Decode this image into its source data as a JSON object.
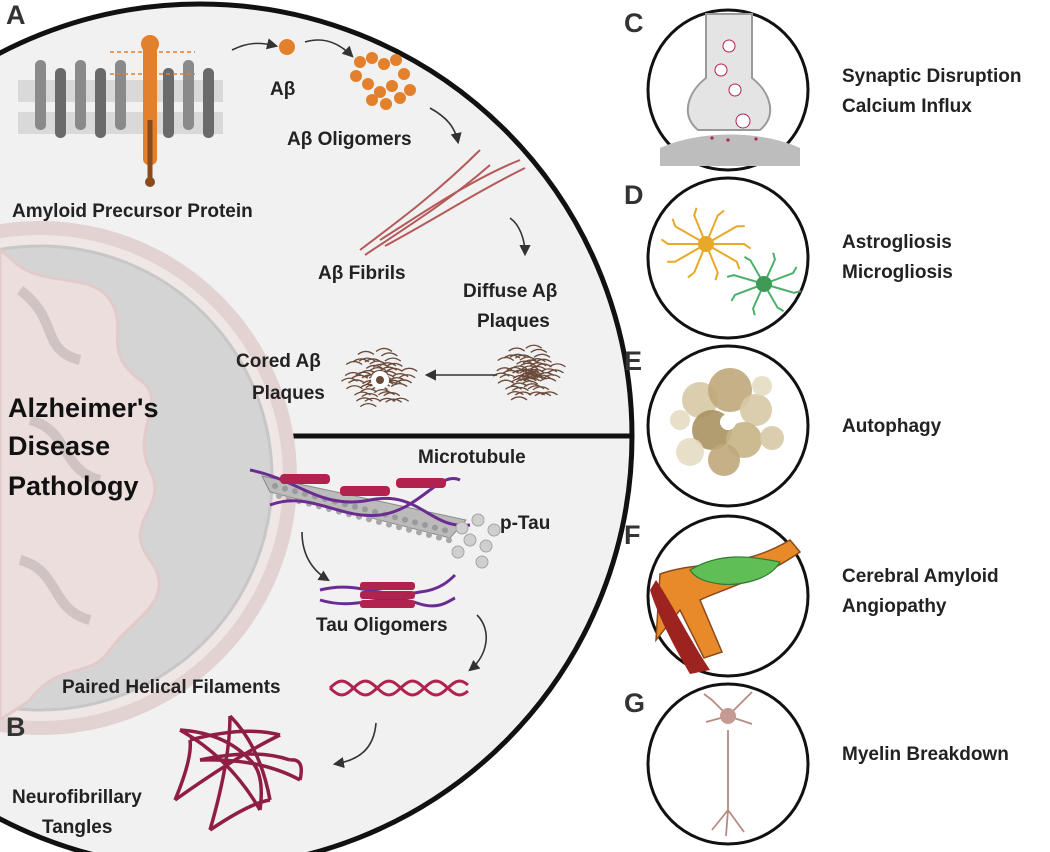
{
  "panels": {
    "a": "A",
    "b": "B",
    "c": "C",
    "d": "D",
    "e": "E",
    "f": "F",
    "g": "G"
  },
  "center_title": [
    "Alzheimer's",
    "Disease",
    "Pathology"
  ],
  "amyloid": {
    "app": "Amyloid Precursor Protein",
    "abeta": "Aβ",
    "oligomers": "Aβ Oligomers",
    "fibrils": "Aβ Fibrils",
    "diffuse": [
      "Diffuse Aβ",
      "Plaques"
    ],
    "cored": [
      "Cored Aβ",
      "Plaques"
    ]
  },
  "tau": {
    "microtubule": "Microtubule",
    "ptau": "p-Tau",
    "oligomers": "Tau Oligomers",
    "phf": "Paired Helical Filaments",
    "tangles": [
      "Neurofibrillary",
      "Tangles"
    ]
  },
  "side_items": [
    {
      "panel": "C",
      "lines": [
        "Synaptic Disruption",
        "Calcium Influx"
      ],
      "icon": "synapse-icon"
    },
    {
      "panel": "D",
      "lines": [
        "Astrogliosis",
        "Microgliosis"
      ],
      "icon": "glia-icon"
    },
    {
      "panel": "E",
      "lines": [
        "Autophagy"
      ],
      "icon": "autophagy-icon"
    },
    {
      "panel": "F",
      "lines": [
        "Cerebral Amyloid",
        "Angiopathy"
      ],
      "icon": "blood-vessel-icon"
    },
    {
      "panel": "G",
      "lines": [
        "Myelin Breakdown"
      ],
      "icon": "neuron-icon"
    }
  ],
  "colors": {
    "amyloid": "#e2802c",
    "tau": "#b2224f",
    "tau_purple": "#6b2c91",
    "membrane": "#c8c8c8",
    "brain": "#eadbdb",
    "fibril": "#b55a5a",
    "plaque": "#6b4a3a"
  }
}
